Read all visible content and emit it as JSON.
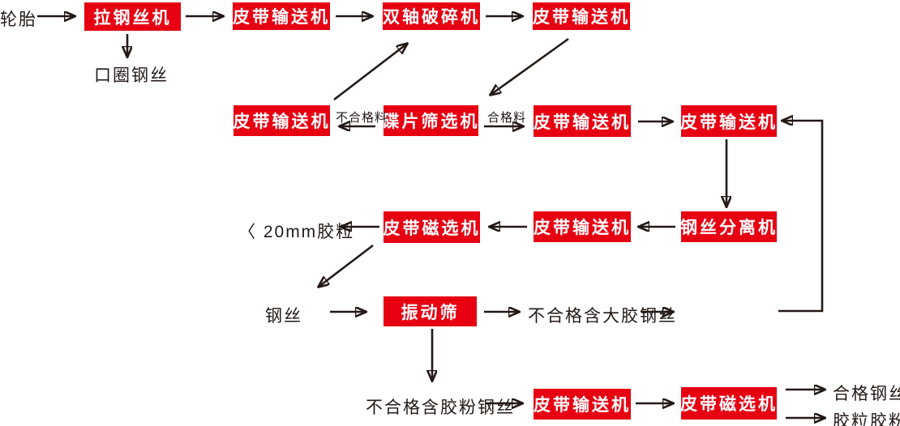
{
  "diagram": {
    "type": "flowchart",
    "language": "zh-CN",
    "subject": "waste tire steel-wire / rubber-granule separation process flow",
    "colors": {
      "red": "#e60012",
      "ink": "#231916",
      "boxtext": "#ffffff"
    },
    "nodes": [
      {
        "id": "n0",
        "label": "拉钢丝机"
      },
      {
        "id": "n1",
        "label": "皮带输送机"
      },
      {
        "id": "n2",
        "label": "双轴破碎机"
      },
      {
        "id": "n3",
        "label": "皮带输送机"
      },
      {
        "id": "n4",
        "label": "皮带输送机"
      },
      {
        "id": "n5",
        "label": "碟片筛选机"
      },
      {
        "id": "n6",
        "label": "皮带输送机"
      },
      {
        "id": "n7",
        "label": "皮带输送机"
      },
      {
        "id": "n8",
        "label": "皮带输送机"
      },
      {
        "id": "n9",
        "label": "钢丝分离机"
      },
      {
        "id": "n10",
        "label": "皮带磁选机"
      },
      {
        "id": "n11",
        "label": "振动筛"
      },
      {
        "id": "n12",
        "label": "皮带输送机"
      },
      {
        "id": "n13",
        "label": "皮带磁选机"
      }
    ],
    "labels": [
      {
        "id": "t0",
        "text": "轮胎"
      },
      {
        "id": "t1",
        "text": "口圈钢丝"
      },
      {
        "id": "t2",
        "text": "不合格料"
      },
      {
        "id": "t3",
        "text": "合格料"
      },
      {
        "id": "t4",
        "text": "〈 20mm胶粒"
      },
      {
        "id": "t5",
        "text": "钢丝"
      },
      {
        "id": "t6",
        "text": "不合格含大胶钢丝"
      },
      {
        "id": "t7",
        "text": "不合格含胶粉钢丝"
      },
      {
        "id": "t8",
        "text": "合格钢丝"
      },
      {
        "id": "t9",
        "text": "胶粒胶粉"
      }
    ],
    "edges": [
      {
        "from": "轮胎",
        "to": "拉钢丝机"
      },
      {
        "from": "拉钢丝机",
        "to": "皮带输送机(1)"
      },
      {
        "from": "拉钢丝机",
        "to": "口圈钢丝"
      },
      {
        "from": "皮带输送机(1)",
        "to": "双轴破碎机"
      },
      {
        "from": "双轴破碎机",
        "to": "皮带输送机(2)"
      },
      {
        "from": "皮带输送机(2)",
        "to": "碟片筛选机"
      },
      {
        "from": "碟片筛选机",
        "to": "皮带输送机(3)",
        "label": "不合格料"
      },
      {
        "from": "皮带输送机(3)",
        "to": "双轴破碎机"
      },
      {
        "from": "碟片筛选机",
        "to": "皮带输送机(4)",
        "label": "合格料"
      },
      {
        "from": "皮带输送机(4)",
        "to": "皮带输送机(5)"
      },
      {
        "from": "皮带输送机(5)",
        "to": "钢丝分离机"
      },
      {
        "from": "钢丝分离机",
        "to": "皮带输送机(6)"
      },
      {
        "from": "皮带输送机(6)",
        "to": "皮带磁选机(1)"
      },
      {
        "from": "皮带磁选机(1)",
        "to": "〈 20mm胶粒"
      },
      {
        "from": "皮带磁选机(1)",
        "to": "钢丝"
      },
      {
        "from": "钢丝",
        "to": "振动筛"
      },
      {
        "from": "振动筛",
        "to": "不合格含大胶钢丝"
      },
      {
        "from": "不合格含大胶钢丝",
        "to": "皮带输送机(7)"
      },
      {
        "from": "皮带输送机(7)",
        "to": "皮带输送机(5)"
      },
      {
        "from": "振动筛",
        "to": "不合格含胶粉钢丝"
      },
      {
        "from": "不合格含胶粉钢丝",
        "to": "皮带输送机(8)"
      },
      {
        "from": "皮带输送机(8)",
        "to": "皮带磁选机(2)"
      },
      {
        "from": "皮带磁选机(2)",
        "to": "合格钢丝"
      },
      {
        "from": "皮带磁选机(2)",
        "to": "胶粒胶粉"
      }
    ]
  }
}
